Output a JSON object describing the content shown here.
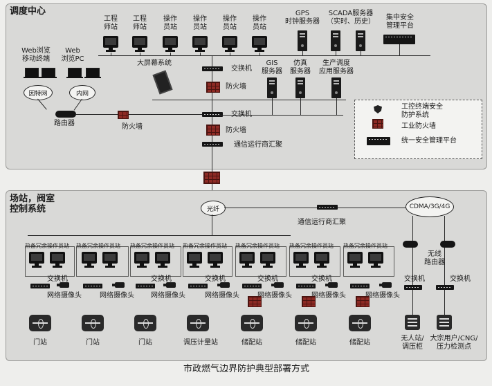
{
  "caption": "市政燃气边界防护典型部署方式",
  "top": {
    "title": "调度中心",
    "stations": [
      "工程\n师站",
      "工程\n师站",
      "操作\n员站",
      "操作\n员站",
      "操作\n员站",
      "操作\n员站"
    ],
    "gps": "GPS\n时钟服务器",
    "scada": "SCADA服务器\n（实时、历史）",
    "security_platform": "集中安全\n管理平台",
    "web_mobile": "Web浏览\n移动终端",
    "web_pc": "Web\n浏览PC",
    "bigscreen": "大屏幕系统",
    "switch": "交换机",
    "firewall": "防火墙",
    "internet": "因特网",
    "intranet": "内网",
    "gis": "GIS\n服务器",
    "sim": "仿真\n服务器",
    "prod": "生产调度\n应用服务器",
    "router": "路由器",
    "firewall2": "防火墙",
    "switch2": "交换机",
    "firewall3": "防火墙",
    "aggregation": "通信运行商汇聚"
  },
  "legend": {
    "item1": "工控终端安全\n防护系统",
    "item2": "工业防火墙",
    "item3": "统一安全管理平台"
  },
  "bottom": {
    "title": "场站，阀室\n控制系统",
    "fiber": "光纤",
    "cdma": "CDMA/3G/4G",
    "aggregation": "通信运行商汇聚",
    "wireless_router": "无线\n路由器",
    "group_label": "热备冗余操作员站",
    "switch": "交换机",
    "camera": "网络摄像头",
    "sites": [
      "门站",
      "门站",
      "门站",
      "调压计量站",
      "储配站",
      "储配站",
      "储配站"
    ],
    "unmanned": "无人站/\n调压柜",
    "bigcustomer": "大宗用户/CNG/\n压力检测点"
  }
}
